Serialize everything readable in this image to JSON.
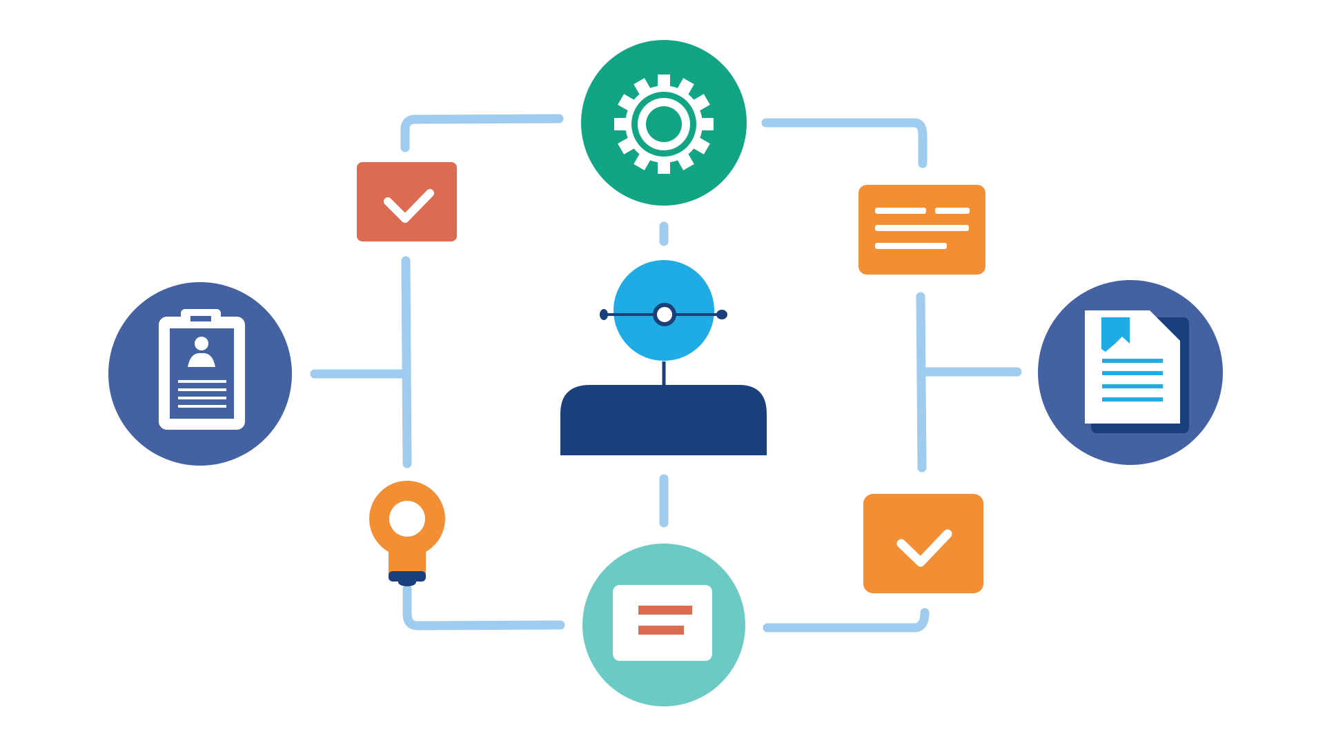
{
  "diagram": {
    "colors": {
      "background": "#ffffff",
      "connector": "#9ecbee",
      "green": "#12a585",
      "sky": "#1fabe3",
      "navy": "#1b3f7a",
      "blue": "#4462a1",
      "teal": "#6ccac5",
      "orange": "#f28e33",
      "coral": "#dc6c51",
      "white": "#ffffff"
    },
    "nodes": [
      {
        "id": "hub",
        "label": "",
        "icon": "user-avatar-icon",
        "shape": "person"
      },
      {
        "id": "top",
        "label": "",
        "icon": "gear-icon",
        "shape": "circle"
      },
      {
        "id": "bottom",
        "label": "",
        "icon": "document-lines-icon",
        "shape": "circle"
      },
      {
        "id": "left",
        "label": "",
        "icon": "clipboard-profile-icon",
        "shape": "circle"
      },
      {
        "id": "right",
        "label": "",
        "icon": "report-document-icon",
        "shape": "circle"
      },
      {
        "id": "top-left",
        "label": "",
        "icon": "checkmark-icon",
        "shape": "card"
      },
      {
        "id": "top-right",
        "label": "",
        "icon": "text-lines-icon",
        "shape": "card"
      },
      {
        "id": "bottom-right",
        "label": "",
        "icon": "checkmark-icon",
        "shape": "card"
      },
      {
        "id": "bottom-left",
        "label": "",
        "icon": "lightbulb-icon",
        "shape": "bulb"
      }
    ],
    "edges": [
      {
        "from": "top",
        "to": "hub"
      },
      {
        "from": "hub",
        "to": "bottom"
      },
      {
        "from": "top",
        "to": "top-left"
      },
      {
        "from": "top",
        "to": "top-right"
      },
      {
        "from": "top-left",
        "to": "bottom-left"
      },
      {
        "from": "bottom-left",
        "to": "bottom"
      },
      {
        "from": "top-right",
        "to": "bottom-right"
      },
      {
        "from": "bottom-right",
        "to": "bottom"
      },
      {
        "from": "left",
        "to": "top-left"
      },
      {
        "from": "right",
        "to": "top-right"
      }
    ]
  }
}
